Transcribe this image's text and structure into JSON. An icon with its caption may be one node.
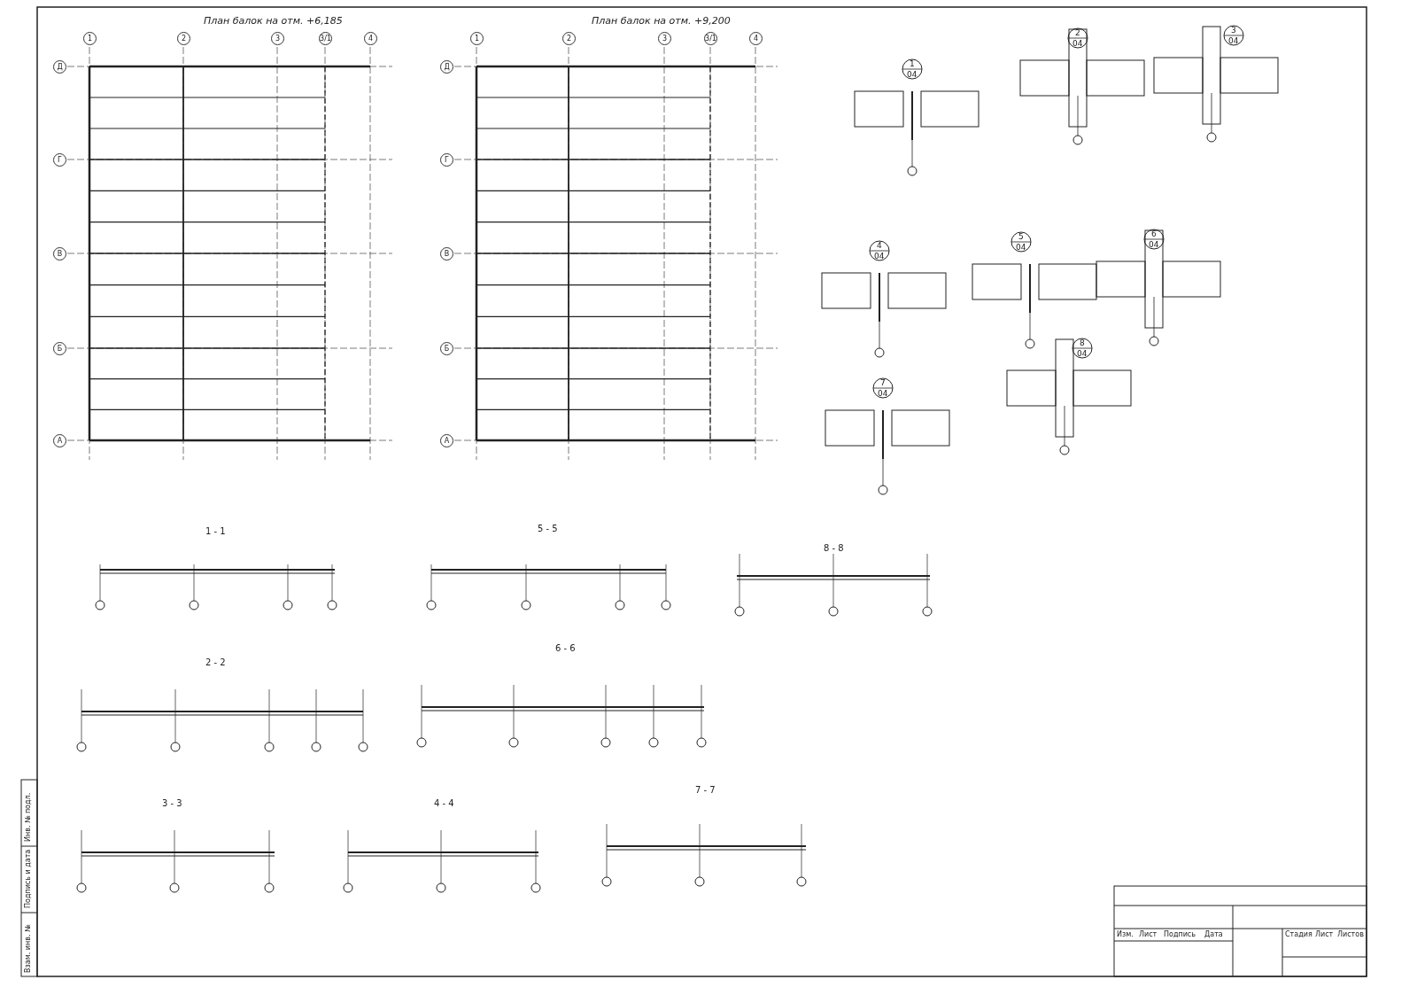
{
  "diagram": {
    "labels": [
      "План балок на отм. +6,185",
      "План балок на отм. +9,200",
      "1",
      "2",
      "3",
      "3/1",
      "4",
      "Д",
      "Г",
      "В",
      "Б",
      "А",
      "1",
      "2",
      "3",
      "3/1",
      "4",
      "Д",
      "Г",
      "В",
      "Б",
      "А",
      "1",
      "04",
      "2",
      "04",
      "3",
      "04",
      "4",
      "04",
      "5",
      "04",
      "6",
      "04",
      "7",
      "04",
      "8",
      "04",
      "1 - 1",
      "5 - 5",
      "8 - 8",
      "2 - 2",
      "6 - 6",
      "3 - 3",
      "4 - 4",
      "7 - 7",
      "Изм.",
      "Лист",
      "Подпись",
      "Дата",
      "Стадия",
      "Лист",
      "Листов",
      "Инв. № подл.",
      "Подпись и дата",
      "Взам. инв. №"
    ]
  }
}
